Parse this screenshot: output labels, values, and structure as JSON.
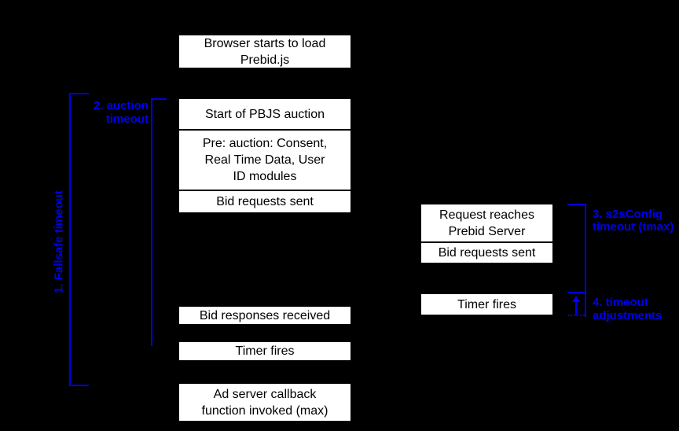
{
  "colors": {
    "background": "#000000",
    "box_background": "#FFFFFF",
    "box_border": "#000000",
    "box_text": "#000000",
    "annotation_blue": "#0000EE"
  },
  "timeline": {
    "client_column": {
      "browser_box": {
        "lines": [
          "Browser starts to load",
          "Prebid.js"
        ]
      },
      "auction_start_box": {
        "lines": [
          "Start of PBJS auction"
        ]
      },
      "pre_auction_box": {
        "lines": [
          "Pre: auction: Consent,",
          "Real Time Data, User",
          "ID modules"
        ]
      },
      "bid_requests_box": {
        "lines": [
          "Bid requests sent"
        ]
      },
      "bid_responses_box": {
        "lines": [
          "Bid responses received"
        ]
      },
      "timer_box": {
        "lines": [
          "Timer fires"
        ]
      },
      "ad_server_box": {
        "lines": [
          "Ad server callback",
          "function invoked (max)"
        ]
      }
    },
    "server_column": {
      "request_box": {
        "lines": [
          "Request reaches",
          "Prebid Server"
        ]
      },
      "bid_requests_box": {
        "lines": [
          "Bid requests sent"
        ]
      },
      "timer_box": {
        "lines": [
          "Timer fires"
        ]
      }
    },
    "annotations": {
      "failsafe_label": "1. Failsafe timeout",
      "auction_label": {
        "lines": [
          "2. auction",
          "timeout"
        ]
      },
      "s2s_label": {
        "lines": [
          "3. s2sConfig",
          "timeout (tmax)"
        ]
      },
      "adjustments_label": {
        "lines": [
          "4. timeout",
          "adjustments"
        ]
      }
    }
  }
}
